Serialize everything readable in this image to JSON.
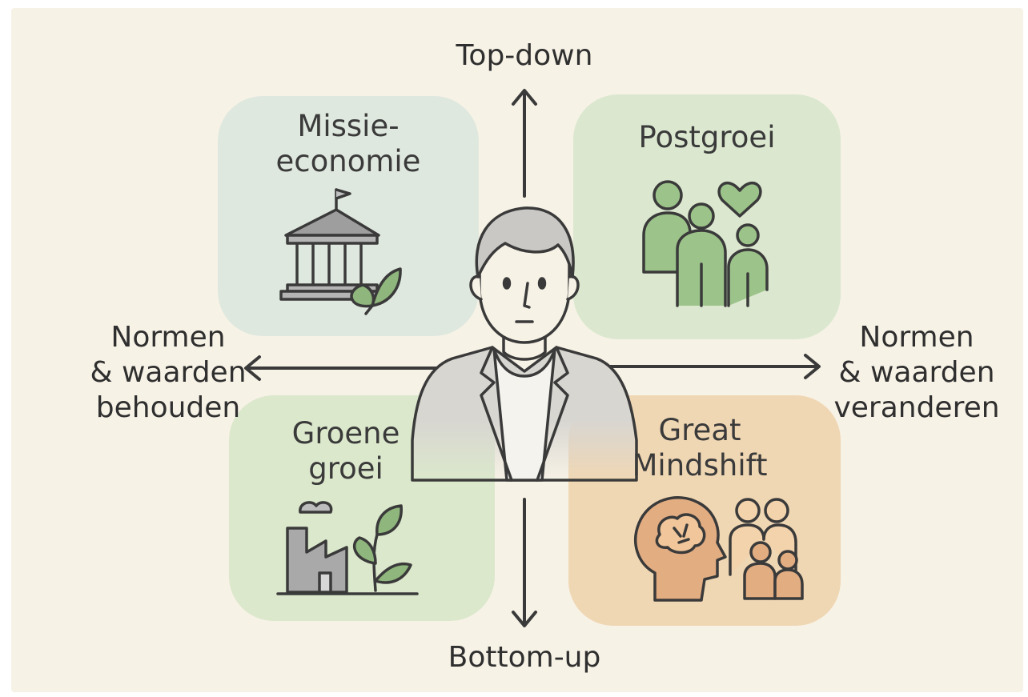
{
  "axes": {
    "top": "Top-down",
    "bottom": "Bottom-up",
    "left": "Normen\n& waarden\nbehouden",
    "right": "Normen\n& waarden\nveranderen"
  },
  "quadrants": {
    "top_left": {
      "title": "Missie-\neconomie",
      "icon": "government-building-icon"
    },
    "top_right": {
      "title": "Postgroei",
      "icon": "family-heart-icon"
    },
    "bottom_left": {
      "title": "Groene\ngroei",
      "icon": "factory-plant-icon"
    },
    "bottom_right": {
      "title": "Great\nMindshift",
      "icon": "brain-people-icon"
    }
  },
  "colors": {
    "background": "#f7f2e6",
    "top_left": "#dfe8df",
    "top_right": "#dbe8cf",
    "bottom_left": "#dbe8cc",
    "bottom_right": "#f0d7b4",
    "line": "#3a3a3a"
  }
}
